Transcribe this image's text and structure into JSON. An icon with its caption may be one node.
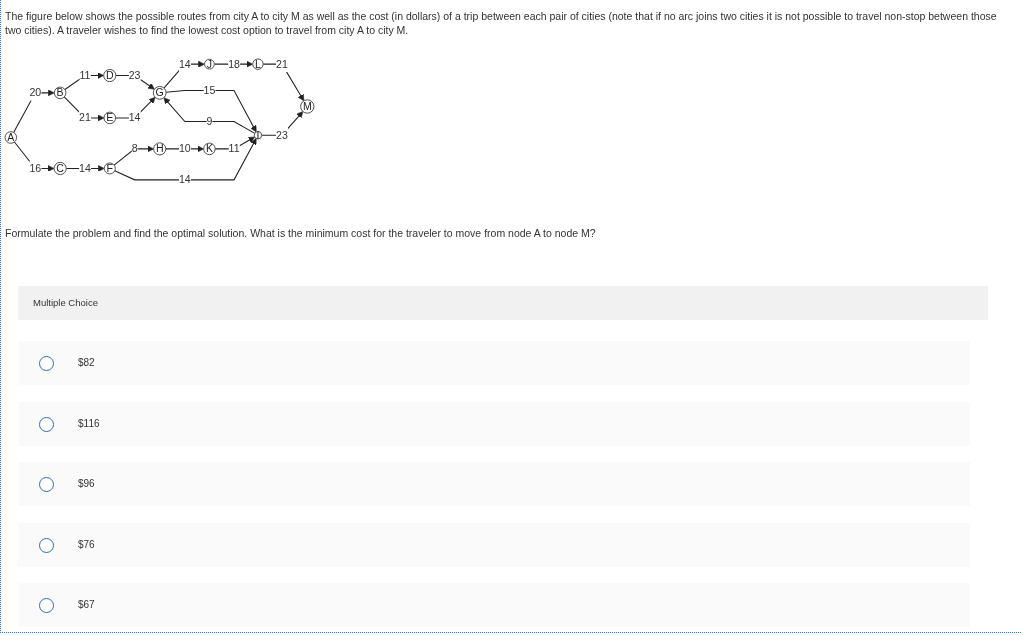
{
  "diagram": {
    "nodes": [
      {
        "text": [
          "A"
        ]
      },
      {
        "text": [
          "B"
        ]
      },
      {
        "text": [
          "C"
        ]
      },
      {
        "text": [
          "D"
        ]
      },
      {
        "text": [
          "E"
        ]
      },
      {
        "text": [
          "F"
        ]
      },
      {
        "text": [
          "G"
        ]
      },
      {
        "text": [
          "H"
        ]
      },
      {
        "text": [
          "I"
        ]
      },
      {
        "text": [
          "J"
        ]
      },
      {
        "text": [
          "K"
        ]
      },
      {
        "text": [
          "L"
        ]
      },
      {
        "text": [
          "M"
        ]
      }
    ],
    "edges": [
      {
        "from": 0,
        "to": 1,
        "arrow": "to",
        "label": "20"
      },
      {
        "from": 0,
        "to": 2,
        "arrow": "to",
        "label": "16"
      },
      {
        "from": 1,
        "to": 3,
        "arrow": "to",
        "label": "11"
      },
      {
        "from": 1,
        "to": 4,
        "arrow": "to",
        "label": "21"
      },
      {
        "from": 2,
        "to": 5,
        "arrow": "to",
        "label": "14"
      },
      {
        "from": 3,
        "to": 6,
        "arrow": "to",
        "label": "23"
      },
      {
        "from": 4,
        "to": 6,
        "arrow": "to",
        "label": "14"
      },
      {
        "from": 5,
        "to": 7,
        "arrow": "to",
        "label": "8"
      },
      {
        "from": 5,
        "to": 8,
        "arrow": "to",
        "label": "14"
      },
      {
        "from": 6,
        "to": 9,
        "arrow": "to",
        "label": "14"
      },
      {
        "from": 6,
        "to": 8,
        "arrow": "to",
        "label": "15"
      },
      {
        "from": 8,
        "to": 6,
        "arrow": "to",
        "label": "9"
      },
      {
        "from": 9,
        "to": 11,
        "arrow": "to",
        "label": "18"
      },
      {
        "from": 11,
        "to": 12,
        "arrow": "to",
        "label": "21"
      },
      {
        "from": 8,
        "to": 12,
        "arrow": "to",
        "label": "23"
      },
      {
        "from": 7,
        "to": 10,
        "arrow": "to",
        "label": "10"
      },
      {
        "from": 10,
        "to": 8,
        "arrow": "to",
        "label": "11"
      }
    ],
    "labels": [
      "The figure below shows the possible routes from city A to city M as well as the cost (in dollars) of a trip between each pair of cities (note that if no arc joins two cities it is not possible to travel non-stop between those two cities). A traveler wishes to find the lowest cost option to travel from city A to city M.",
      "Formulate the problem and find the optimal solution. What is the minimum cost for the traveler to move from node A to node M?",
      "Multiple Choice",
      "$82",
      "$116",
      "$96",
      "$76",
      "$67"
    ]
  }
}
